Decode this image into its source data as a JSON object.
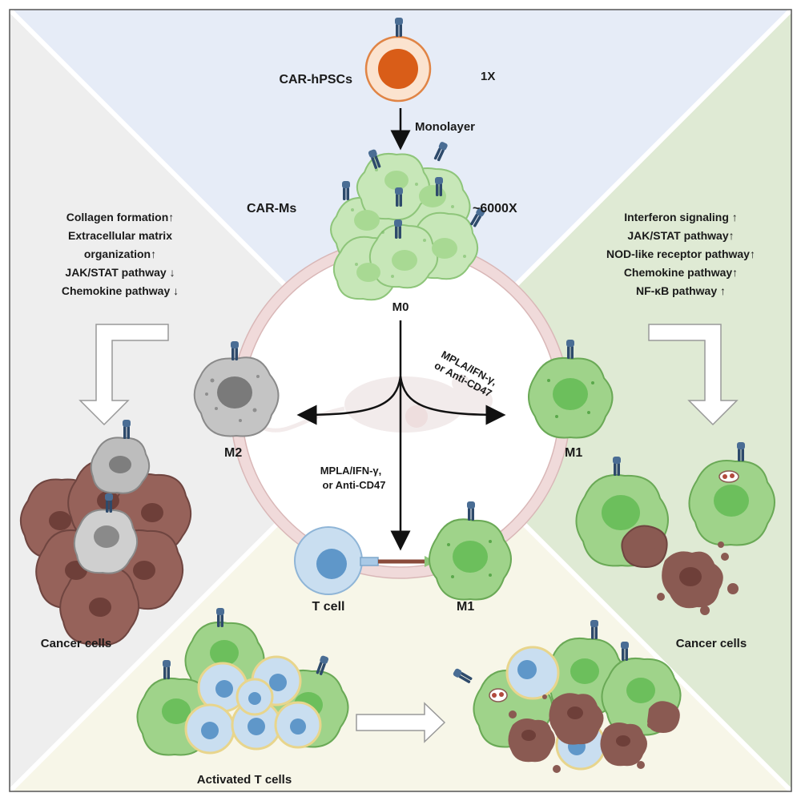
{
  "labels": {
    "car_hpscs": "CAR-hPSCs",
    "one_x": "1X",
    "monolayer": "Monolayer",
    "car_ms": "CAR-Ms",
    "fold_6000x": "~6000X",
    "m0": "M0",
    "m1_right": "M1",
    "m2": "M2",
    "m1_bottom": "M1",
    "t_cell": "T cell",
    "cancer_cells_left": "Cancer cells",
    "cancer_cells_right": "Cancer cells",
    "activated_t_cells": "Activated T cells",
    "treatment_right_line1": "MPLA/IFN-γ,",
    "treatment_right_line2": "or Anti-CD47",
    "treatment_down_line1": "MPLA/IFN-γ,",
    "treatment_down_line2": "or Anti-CD47"
  },
  "m2_pathways": [
    "Collagen formation↑",
    "Extracellular matrix",
    "organization↑",
    "JAK/STAT pathway ↓",
    "Chemokine pathway ↓"
  ],
  "m1_pathways": [
    "Interferon signaling ↑",
    "JAK/STAT pathway↑",
    "NOD-like receptor pathway↑",
    "Chemokine pathway↑",
    "NF-κB pathway ↑"
  ],
  "colors": {
    "top_panel": "#e6ecf7",
    "left_panel": "#eeeeee",
    "right_panel": "#dfead4",
    "bottom_panel": "#f7f6e8",
    "macrophage_green": "#9fd38a",
    "macrophage_nucleus": "#6cbf5c",
    "m2_gray": "#a7a7a7",
    "cancer_brown": "#8a5a52",
    "t_cell_blue": "#c9def0",
    "stem_cell_orange": "#e2631e",
    "ring_pink": "#f3dede"
  }
}
